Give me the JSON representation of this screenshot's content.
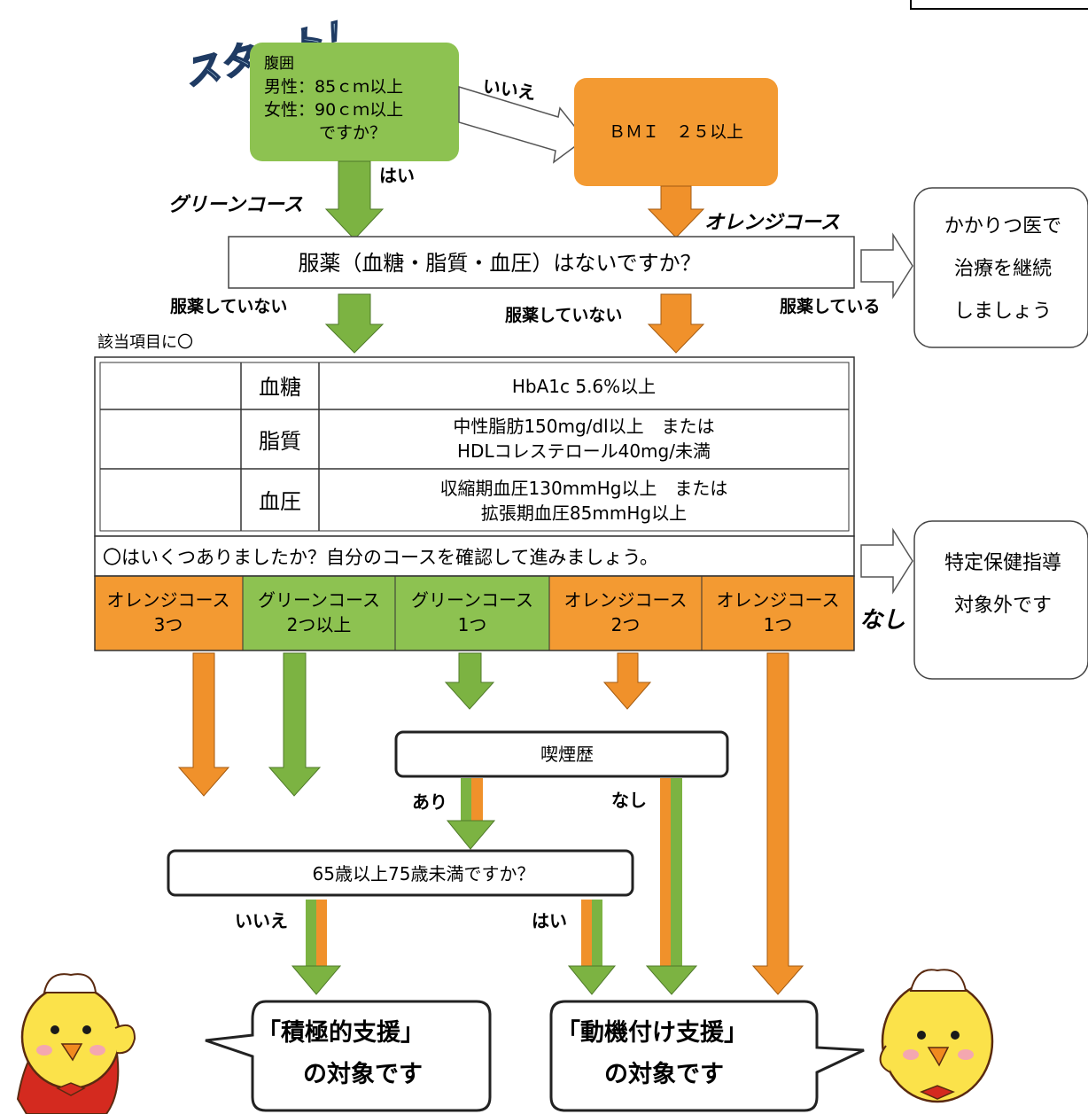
{
  "start_label": "スタート！",
  "waist": {
    "title": "腹囲",
    "male": "男性：85ｃｍ以上",
    "female": "女性：90ｃｍ以上",
    "question": "ですか？"
  },
  "bmi": {
    "label": "ＢＭＩ　２５以上"
  },
  "labels": {
    "iie_top": "いいえ",
    "hai_top": "はい",
    "green_course": "グリーンコース",
    "orange_course": "オレンジコース",
    "not_medicated_left": "服薬していない",
    "not_medicated_right": "服薬していない",
    "medicated": "服薬している",
    "nashi_mid": "なし",
    "ari": "あり",
    "nashi_smoke": "なし",
    "iie_bottom": "いいえ",
    "hai_bottom": "はい"
  },
  "medication_question": "服薬（血糖・脂質・血圧）はないですか？",
  "doctor_box": {
    "line1": "かかりつ医で",
    "line2": "治療を継続",
    "line3": "しましょう"
  },
  "check_label": "該当項目に〇",
  "risk_table": [
    {
      "category": "血糖",
      "criteria1": "HbA1c 5.6%以上",
      "criteria2": ""
    },
    {
      "category": "脂質",
      "criteria1": "中性脂肪150mg/dl以上　または",
      "criteria2": "HDLコレステロール40mg/未満"
    },
    {
      "category": "血圧",
      "criteria1": "収縮期血圧130mmHg以上　または",
      "criteria2": "拡張期血圧85mmHg以上"
    }
  ],
  "count_question": "〇はいくつありましたか？自分のコースを確認して進みましょう。",
  "courses": [
    {
      "name": "オレンジコース",
      "count": "3つ",
      "color": "#f39a32"
    },
    {
      "name": "グリーンコース",
      "count": "2つ以上",
      "color": "#8dc251"
    },
    {
      "name": "グリーンコース",
      "count": "1つ",
      "color": "#8dc251"
    },
    {
      "name": "オレンジコース",
      "count": "2つ",
      "color": "#f39a32"
    },
    {
      "name": "オレンジコース",
      "count": "1つ",
      "color": "#f39a32"
    }
  ],
  "exempt_box": {
    "line1": "特定保健指導",
    "line2": "対象外です"
  },
  "smoking": "喫煙歴",
  "age_question": "65歳以上75歳未満ですか？",
  "result_active": {
    "line1": "「積極的支援」",
    "line2": "の対象です"
  },
  "result_motivation": {
    "line1": "「動機付け支援」",
    "line2": "の対象です"
  },
  "colors": {
    "green": "#8dc251",
    "orange": "#f39a32",
    "arrow_green": "#7cb342",
    "arrow_orange": "#f0912b"
  }
}
